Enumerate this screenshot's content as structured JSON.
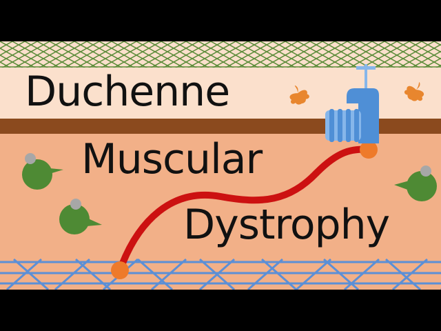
{
  "title": {
    "line1": "Duchenne",
    "line2": "Muscular",
    "line3": "Dystrophy"
  },
  "colors": {
    "letterbox": "#000000",
    "upper_band": "#fbe0cc",
    "membrane": "#8b4a1e",
    "cytoplasm": "#f2b088",
    "extracellular_mesh": "#5c8c3a",
    "cytoskeleton_grid": "#5b8fd6",
    "dystrophin": "#cc1111",
    "dystrophin_ends": "#ee7a2a",
    "leaf": "#e8862e",
    "globule": "#4e8a34",
    "globule_cap": "#a7a7a7",
    "receptor": "#4f8fd6",
    "receptor_light": "#86b6ea",
    "title_text": "#111111"
  },
  "icons": [
    "leaf-icon",
    "faucet-receptor-icon",
    "globule-icon"
  ]
}
